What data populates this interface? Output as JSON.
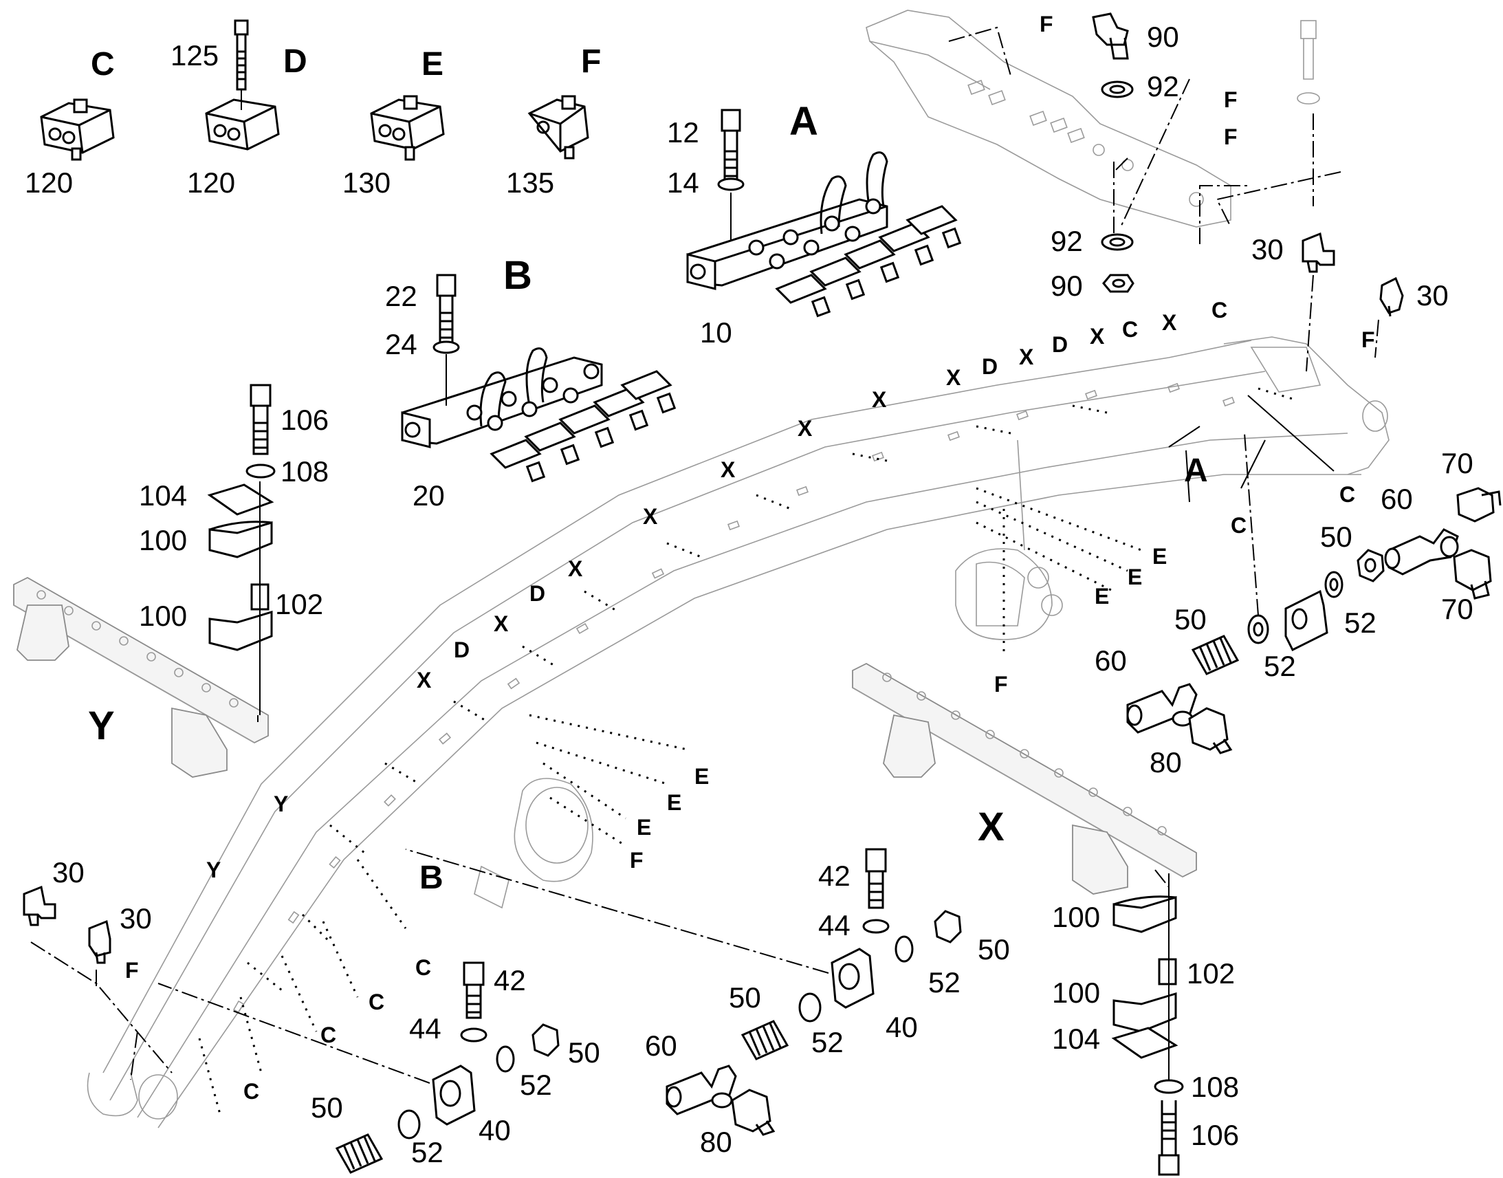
{
  "group_letters": {
    "c": "C",
    "d": "D",
    "e": "E",
    "f": "F",
    "a": "A",
    "b": "B",
    "x": "X",
    "y": "Y"
  },
  "part_numbers": {
    "p10": "10",
    "p12": "12",
    "p14": "14",
    "p20": "20",
    "p22": "22",
    "p24": "24",
    "p30": "30",
    "p40": "40",
    "p42": "42",
    "p44": "44",
    "p50": "50",
    "p52": "52",
    "p60": "60",
    "p70": "70",
    "p80": "80",
    "p90": "90",
    "p92": "92",
    "p100": "100",
    "p102": "102",
    "p104": "104",
    "p106": "106",
    "p108": "108",
    "p120": "120",
    "p125": "125",
    "p130": "130",
    "p135": "135"
  }
}
